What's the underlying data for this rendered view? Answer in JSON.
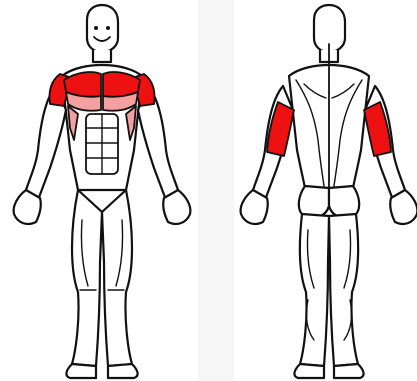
{
  "figures": {
    "front": {
      "view": "front",
      "highlighted_muscles": [
        "upper-chest",
        "lower-chest",
        "front-deltoid",
        "side-chest"
      ]
    },
    "back": {
      "view": "back",
      "highlighted_muscles": [
        "triceps-left",
        "triceps-right"
      ]
    }
  },
  "colors": {
    "primary_highlight": "#ee1111",
    "secondary_highlight": "#f4a0a0",
    "outline": "#111111",
    "skin": "#ffffff",
    "background": "#f6f6f6"
  }
}
